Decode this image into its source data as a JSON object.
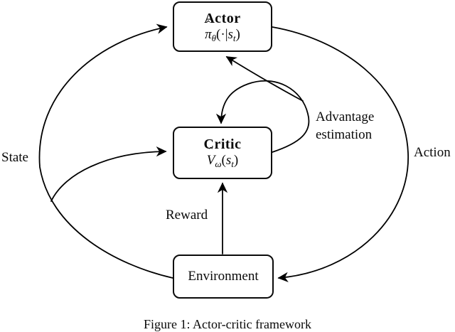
{
  "figure": {
    "caption": "Figure 1: Actor-critic framework",
    "colors": {
      "stroke": "#000000",
      "background": "#ffffff",
      "text": "#0a0a0a"
    },
    "nodes": {
      "actor": {
        "title": "Actor",
        "formula": {
          "hat": "ˆ",
          "base": "π",
          "sub": "θ",
          "open": "(·|",
          "arg": "s",
          "argsub": "t",
          "close": ")"
        }
      },
      "critic": {
        "title": "Critic",
        "formula": {
          "hat": "ˆ",
          "base": "V",
          "sub": "ω",
          "open": "(",
          "arg": "s",
          "argsub": "t",
          "close": ")"
        }
      },
      "environment": {
        "title": "Environment"
      }
    },
    "edges": {
      "state": {
        "label": "State"
      },
      "action": {
        "label": "Action"
      },
      "reward": {
        "label": "Reward"
      },
      "advantage": {
        "label_line1": "Advantage",
        "label_line2": "estimation"
      }
    }
  }
}
